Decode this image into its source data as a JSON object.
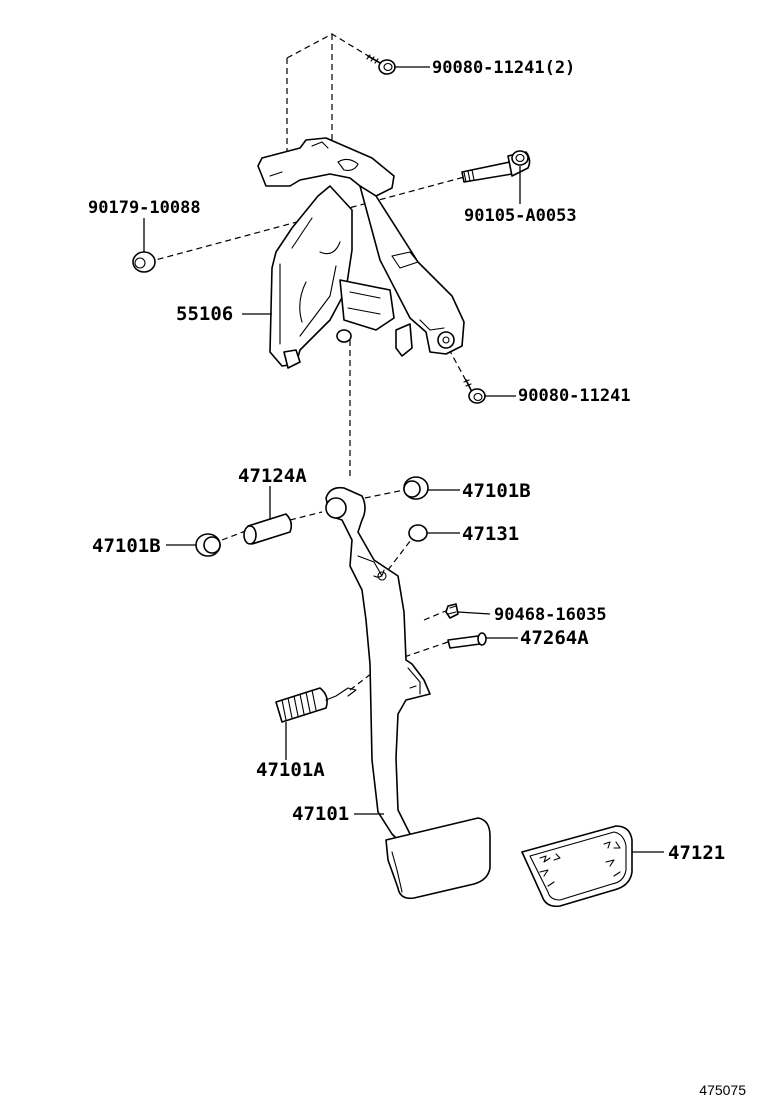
{
  "diagram": {
    "callouts": [
      {
        "id": "c1",
        "text": "90080-11241(2)"
      },
      {
        "id": "c2",
        "text": "90179-10088"
      },
      {
        "id": "c3",
        "text": "90105-A0053"
      },
      {
        "id": "c4",
        "text": "55106"
      },
      {
        "id": "c5",
        "text": "90080-11241"
      },
      {
        "id": "c6",
        "text": "47124A"
      },
      {
        "id": "c7",
        "text": "47101B"
      },
      {
        "id": "c8",
        "text": "47101B"
      },
      {
        "id": "c9",
        "text": "47131"
      },
      {
        "id": "c10",
        "text": "90468-16035"
      },
      {
        "id": "c11",
        "text": "47264A"
      },
      {
        "id": "c12",
        "text": "47101A"
      },
      {
        "id": "c13",
        "text": "47101"
      },
      {
        "id": "c14",
        "text": "47121"
      }
    ],
    "figure_number": "475075"
  }
}
